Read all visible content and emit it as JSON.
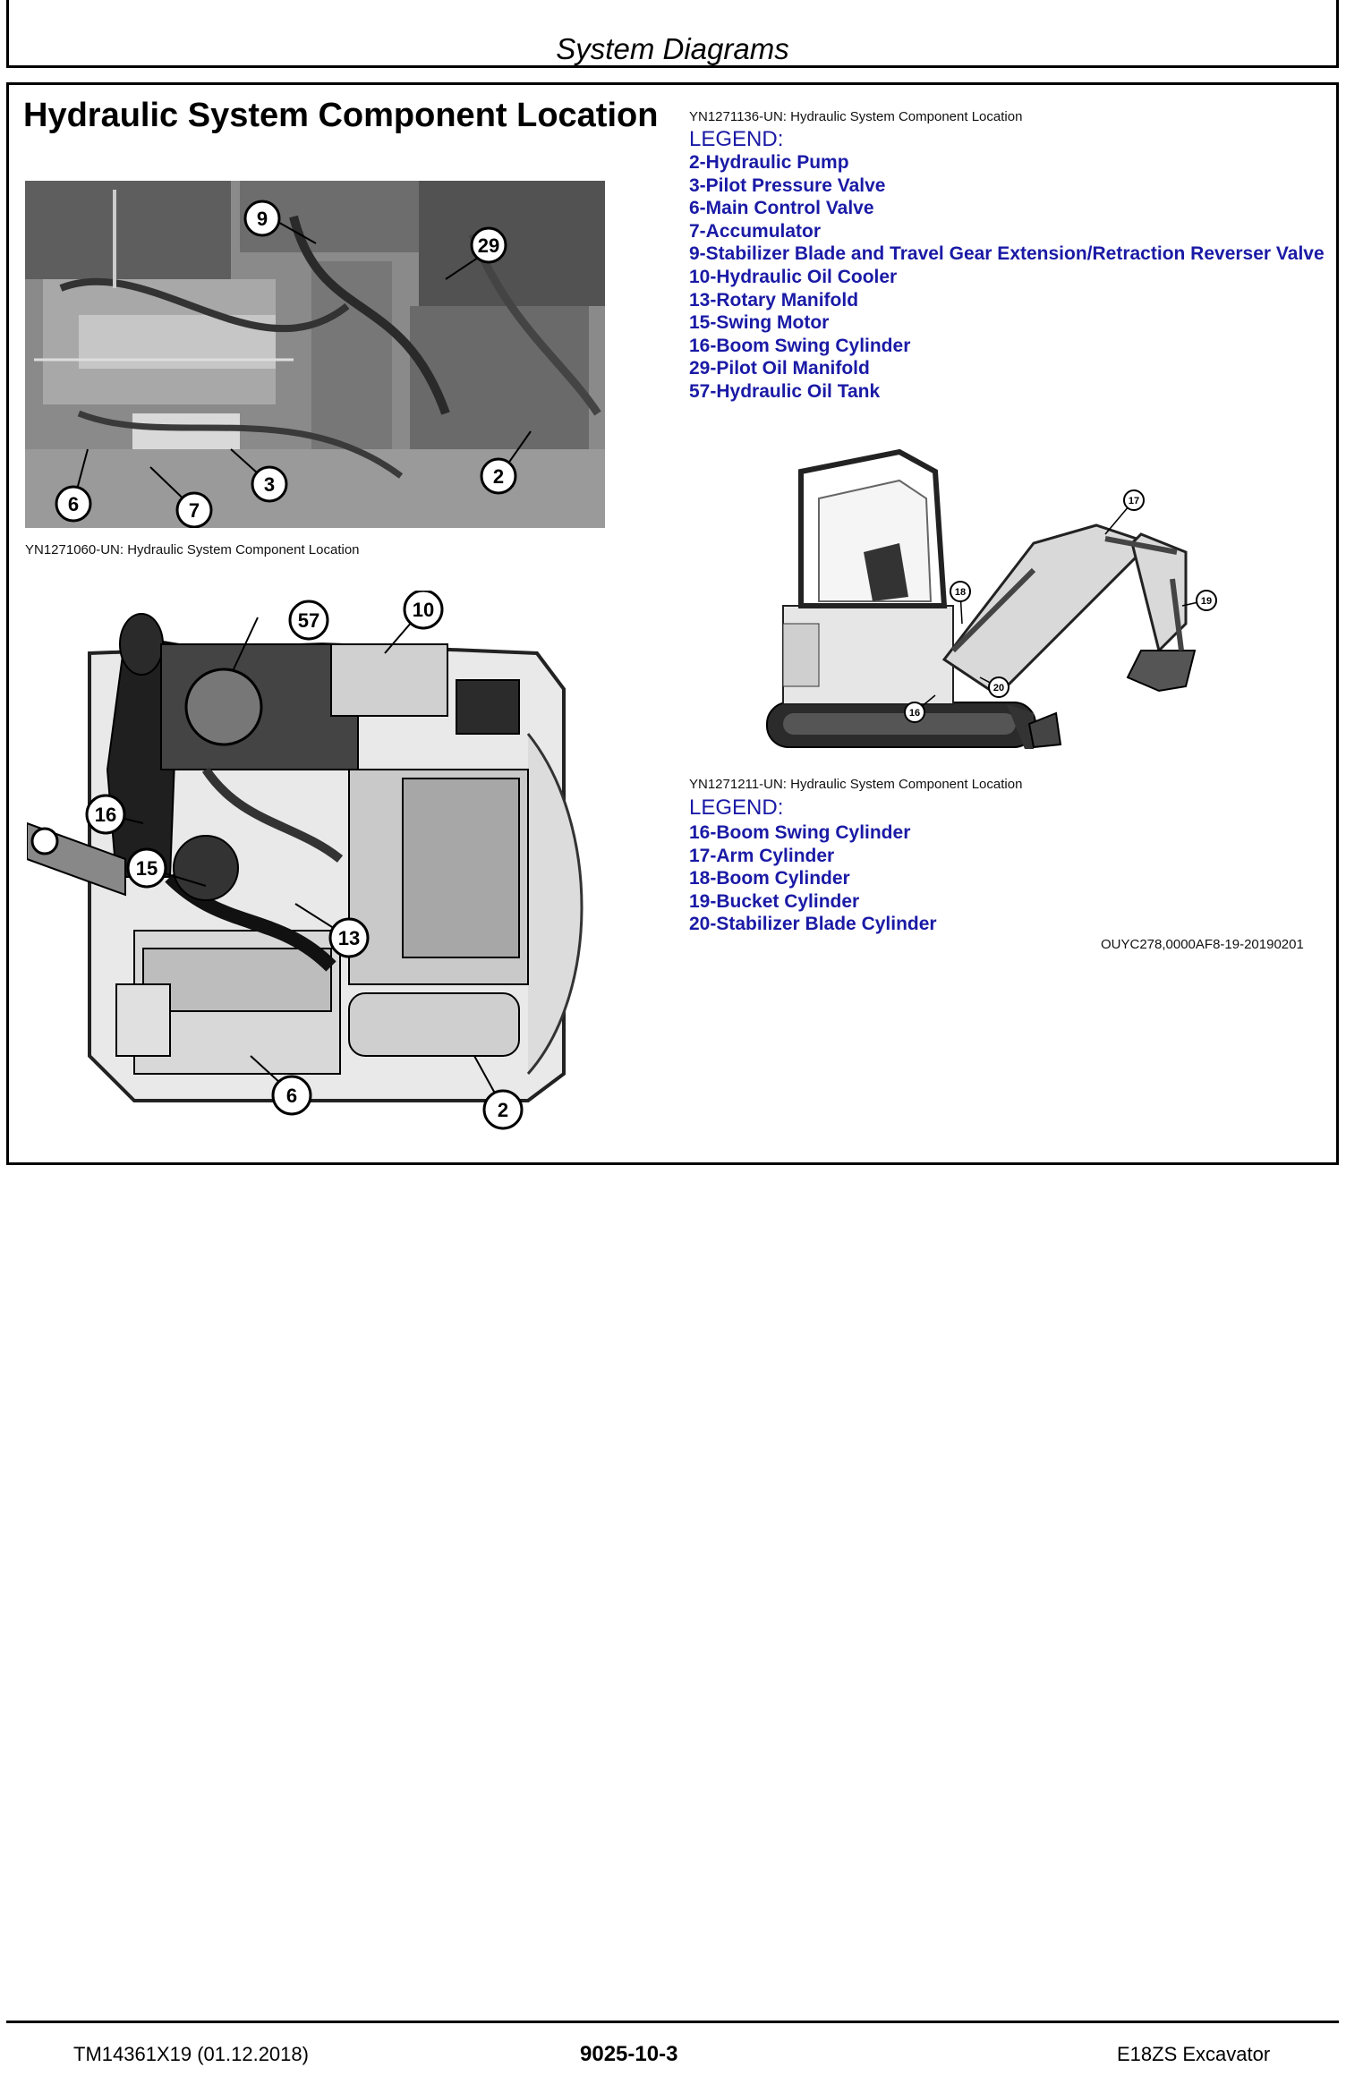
{
  "header": {
    "title": "System Diagrams"
  },
  "section": {
    "title": "Hydraulic System Component Location"
  },
  "figure1": {
    "caption": "YN1271060-UN: Hydraulic System Component Location",
    "callouts": [
      "9",
      "29",
      "3",
      "2",
      "6",
      "7"
    ]
  },
  "figure2": {
    "callouts": [
      "57",
      "10",
      "16",
      "15",
      "13",
      "6",
      "2"
    ]
  },
  "legend1": {
    "caption": "YN1271136-UN: Hydraulic System Component Location",
    "heading": "LEGEND:",
    "items": [
      "2-Hydraulic Pump",
      "3-Pilot Pressure Valve",
      "6-Main Control Valve",
      "7-Accumulator",
      "9-Stabilizer Blade and Travel Gear Extension/Retraction Reverser Valve",
      "10-Hydraulic Oil Cooler",
      "13-Rotary Manifold",
      "15-Swing Motor",
      "16-Boom Swing Cylinder",
      "29-Pilot Oil Manifold",
      "57-Hydraulic Oil Tank"
    ]
  },
  "figure3": {
    "callouts": [
      "17",
      "18",
      "19",
      "20",
      "16"
    ]
  },
  "legend2": {
    "caption": "YN1271211-UN: Hydraulic System Component Location",
    "heading": "LEGEND:",
    "items": [
      "16-Boom Swing Cylinder",
      "17-Arm Cylinder",
      "18-Boom Cylinder",
      "19-Bucket Cylinder",
      "20-Stabilizer Blade Cylinder"
    ]
  },
  "doc_id": "OUYC278,0000AF8-19-20190201",
  "footer": {
    "left": "TM14361X19 (01.12.2018)",
    "center": "9025-10-3",
    "right": "E18ZS Excavator"
  },
  "colors": {
    "legend_text": "#1a1aa6",
    "border": "#000000"
  },
  "icons": [
    "callout-circle"
  ]
}
